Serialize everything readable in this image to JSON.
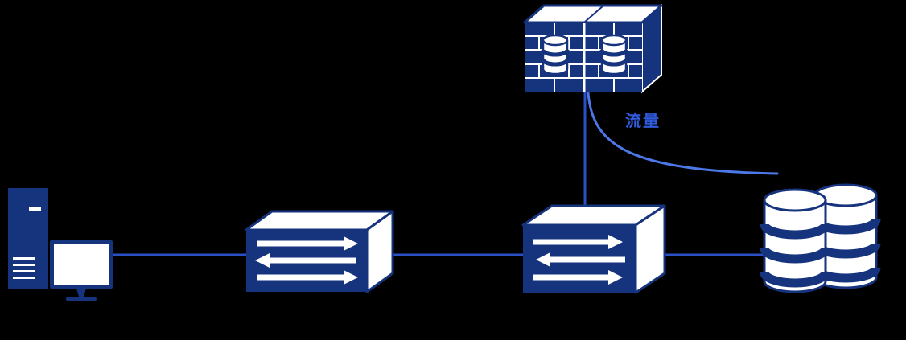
{
  "diagram": {
    "type": "network-topology",
    "nodes": [
      {
        "id": "workstation",
        "icon": "workstation-icon"
      },
      {
        "id": "switch-1",
        "icon": "switch-icon"
      },
      {
        "id": "switch-2",
        "icon": "switch-icon"
      },
      {
        "id": "firewall",
        "icon": "firewall-brick-wall-icon"
      },
      {
        "id": "database-cluster",
        "icon": "database-cluster-icon"
      }
    ],
    "edges": [
      {
        "from": "workstation",
        "to": "switch-1",
        "style": "straight"
      },
      {
        "from": "switch-1",
        "to": "switch-2",
        "style": "straight"
      },
      {
        "from": "switch-2",
        "to": "database-cluster",
        "style": "straight"
      },
      {
        "from": "switch-2",
        "to": "firewall",
        "style": "straight"
      },
      {
        "from": "firewall",
        "to": "database-cluster",
        "style": "curved",
        "label": "流量"
      }
    ],
    "labels": {
      "traffic": "流量"
    }
  },
  "colors": {
    "background": "#000000",
    "shape": "#16337E",
    "line": "#2B50C5",
    "accent": "#4C78E8",
    "label": "#2F5BDC",
    "white": "#FFFFFF"
  }
}
